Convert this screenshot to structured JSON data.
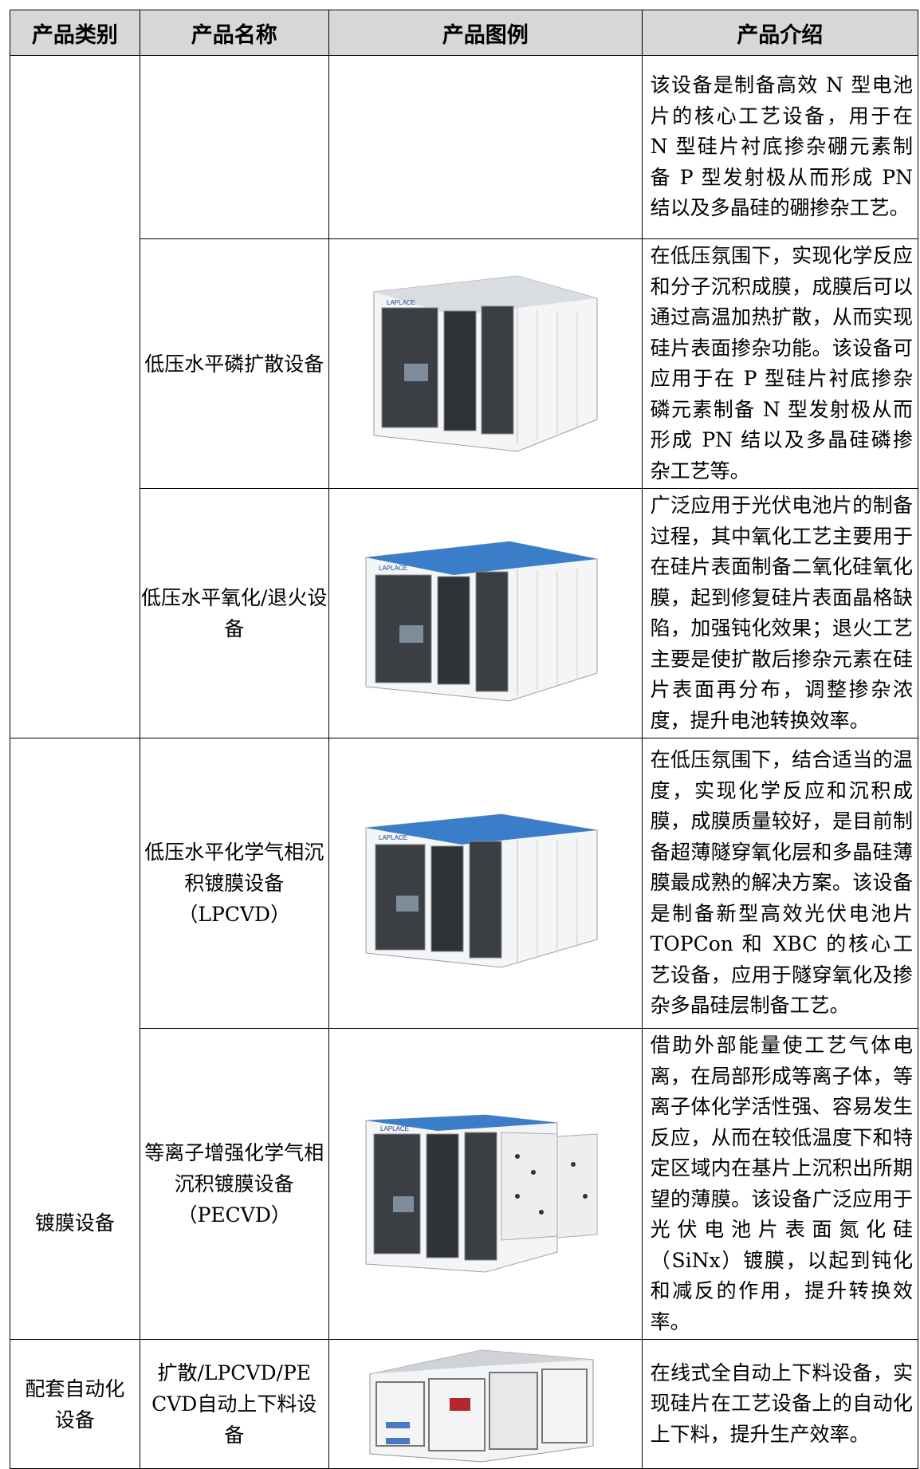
{
  "headers": {
    "category": "产品类别",
    "name": "产品名称",
    "figure": "产品图例",
    "intro": "产品介绍"
  },
  "rows": [
    {
      "name": "",
      "intro": "该设备是制备高效 N 型电池片的核心工艺设备，用于在 N 型硅片衬底掺杂硼元素制备 P 型发射极从而形成 PN 结以及多晶硅的硼掺杂工艺。"
    },
    {
      "name": "低压水平磷扩散设备",
      "figure": {
        "brand": "LAPLACE",
        "top_color": "#d9dde2"
      },
      "intro": "在低压氛围下，实现化学反应和分子沉积成膜，成膜后可以通过高温加热扩散，从而实现硅片表面掺杂功能。该设备可应用于在 P 型硅片衬底掺杂磷元素制备 N 型发射极从而形成 PN 结以及多晶硅磷掺杂工艺等。"
    },
    {
      "name": "低压水平氧化/退火设备",
      "figure": {
        "brand": "LAPLACE",
        "top_color": "#3a7dc9"
      },
      "intro": "广泛应用于光伏电池片的制备过程，其中氧化工艺主要用于在硅片表面制备二氧化硅氧化膜，起到修复硅片表面晶格缺陷，加强钝化效果；退火工艺主要是使扩散后掺杂元素在硅片表面再分布，调整掺杂浓度，提升电池转换效率。"
    },
    {
      "category": "镀膜设备",
      "name": "低压水平化学气相沉积镀膜设备（LPCVD）",
      "figure": {
        "brand": "LAPLACE",
        "top_color": "#3a7dc9"
      },
      "intro": "在低压氛围下，结合适当的温度，实现化学反应和沉积成膜，成膜质量较好，是目前制备超薄隧穿氧化层和多晶硅薄膜最成熟的解决方案。该设备是制备新型高效光伏电池片 TOPCon 和 XBC 的核心工艺设备，应用于隧穿氧化及掺杂多晶硅层制备工艺。"
    },
    {
      "name": "等离子增强化学气相沉积镀膜设备（PECVD）",
      "figure": {
        "brand": "LAPLACE",
        "top_color": "#3a7dc9"
      },
      "intro": "借助外部能量使工艺气体电离，在局部形成等离子体，等离子体化学活性强、容易发生反应，从而在较低温度下和特定区域内在基片上沉积出所期望的薄膜。该设备广泛应用于光伏电池片表面氮化硅（SiNx）镀膜，以起到钝化和减反的作用，提升转换效率。"
    },
    {
      "category": "配套自动化设备",
      "name": "扩散/LPCVD/PECVD自动上下料设备",
      "figure": {
        "top_color": "#cfd3d8"
      },
      "intro": "在线式全自动上下料设备，实现硅片在工艺设备上的自动化上下料，提升生产效率。"
    }
  ]
}
